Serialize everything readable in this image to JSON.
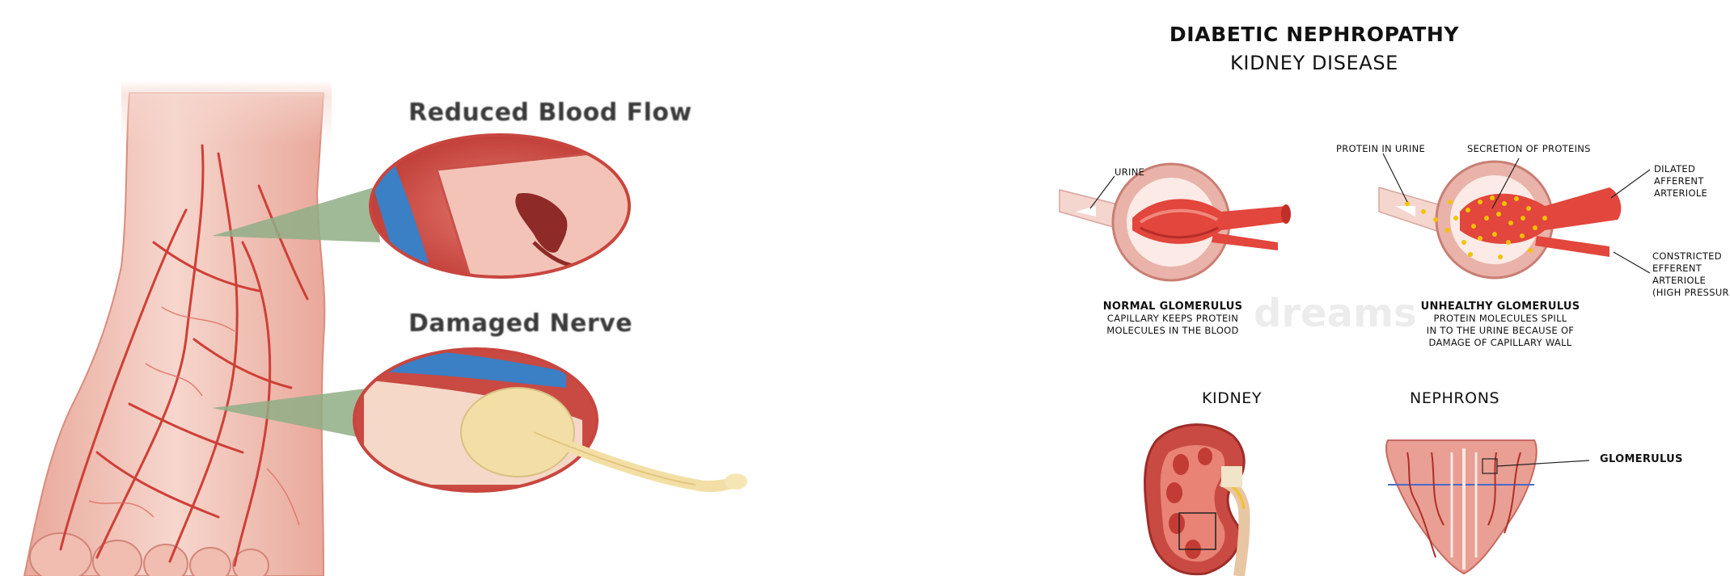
{
  "left": {
    "labels": {
      "reduced_blood_flow": "Reduced Blood Flow",
      "damaged_nerve": "Damaged Nerve"
    }
  },
  "right": {
    "title": "DIABETIC NEPHROPATHY",
    "subtitle": "KIDNEY DISEASE",
    "callouts": {
      "urine": "URINE",
      "protein_in_urine": "PROTEIN IN URINE",
      "secretion_of_proteins": "SECRETION OF PROTEINS",
      "dilated_afferent": [
        "DILATED",
        "AFFERENT",
        "ARTERIOLE"
      ],
      "constricted_efferent": [
        "CONSTRICTED",
        "EFFERENT",
        "ARTERIOLE",
        "(HIGH PRESSURE)"
      ],
      "glomerulus": "GLOMERULUS"
    },
    "normal": {
      "heading": "NORMAL GLOMERULUS",
      "lines": [
        "CAPILLARY KEEPS PROTEIN",
        "MOLECULES IN THE BLOOD"
      ]
    },
    "unhealthy": {
      "heading": "UNHEALTHY GLOMERULUS",
      "lines": [
        "PROTEIN MOLECULES SPILL",
        "IN TO THE URINE BECAUSE OF",
        "DAMAGE OF CAPILLARY WALL"
      ]
    },
    "kidney_title": "KIDNEY",
    "nephrons_title": "NEPHRONS",
    "watermark": "dreams"
  },
  "colors": {
    "skin": "#f1c7bd",
    "vessel_red": "#d9433b",
    "vessel_blue": "#3b7fc4",
    "callout_green": "#8fae86",
    "nerve_yellow": "#f3dfa6",
    "dot_yellow": "#f2c200"
  }
}
